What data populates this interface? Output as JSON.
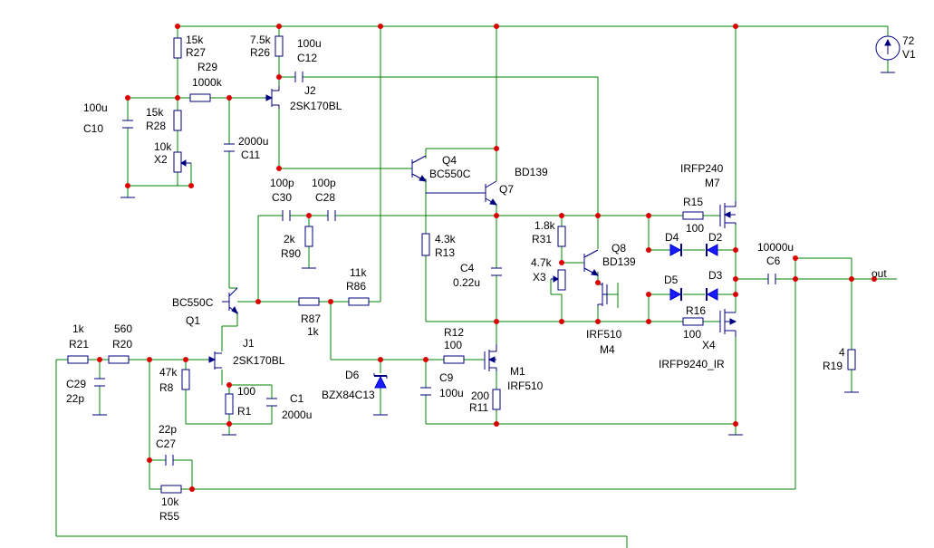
{
  "labels": {
    "r27_val": "15k",
    "r27": "R27",
    "r26_val": "7.5k",
    "r26": "R26",
    "c12_val": "100u",
    "c12": "C12",
    "j2": "J2",
    "j2_part": "2SK170BL",
    "v1_val": "72",
    "v1": "V1",
    "r29": "R29",
    "r29_val": "1000k",
    "c10_val": "100u",
    "c10": "C10",
    "r28_val": "15k",
    "r28": "R28",
    "x2_val": "10k",
    "x2": "X2",
    "c11_val": "2000u",
    "c11": "C11",
    "q4": "Q4",
    "q4_part": "BC550C",
    "bd139_q7": "BD139",
    "q7": "Q7",
    "irfp240": "IRFP240",
    "m7": "M7",
    "c30_val": "100p",
    "c30": "C30",
    "c28_val": "100p",
    "c28": "C28",
    "r15": "R15",
    "r15_val": "100",
    "r90_val": "2k",
    "r90": "R90",
    "r31_val": "1.8k",
    "r31": "R31",
    "r13_val": "4.3k",
    "r13": "R13",
    "q8": "Q8",
    "q8_part": "BD139",
    "d4": "D4",
    "d2": "D2",
    "c6_val": "10000u",
    "c6": "C6",
    "x3_val": "4.7k",
    "x3": "X3",
    "c4": "C4",
    "c4_val": "0.22u",
    "out": "out",
    "r86_val": "11k",
    "r86": "R86",
    "d5": "D5",
    "d3": "D3",
    "bc550c_q1": "BC550C",
    "q1": "Q1",
    "r87": "R87",
    "r87_val": "1k",
    "irf510_m4": "IRF510",
    "m4": "M4",
    "r16": "R16",
    "r16_val": "100",
    "x4": "X4",
    "irfp9240": "IRFP9240_IR",
    "r21_val": "1k",
    "r21": "R21",
    "r20_val": "560",
    "r20": "R20",
    "r12": "R12",
    "r12_val": "100",
    "j1": "J1",
    "j1_part": "2SK170BL",
    "r19_val": "4",
    "r19": "R19",
    "c29": "C29",
    "c29_val": "22p",
    "r8_val": "47k",
    "r8": "R8",
    "d6": "D6",
    "d6_part": "BZX84C13",
    "c9": "C9",
    "c9_val": "100u",
    "m1": "M1",
    "irf510_m1": "IRF510",
    "r1_val": "100",
    "r1": "R1",
    "c1": "C1",
    "c1_val": "2000u",
    "r11_val": "200",
    "r11": "R11",
    "c27_val": "22p",
    "c27": "C27",
    "r55_val": "10k",
    "r55": "R55"
  }
}
